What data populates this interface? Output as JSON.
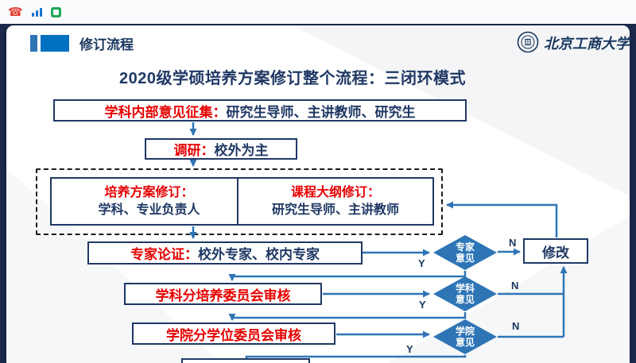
{
  "colors": {
    "frame": "#1b2a4e",
    "accent_blue": "#0070c0",
    "arrow_blue": "#2e75b6",
    "navy_text": "#1f3864",
    "red_text": "#e60000",
    "diamond_fill": "#2e75b6"
  },
  "topbar": {
    "icons": [
      "phone-icon",
      "signal-icon",
      "share-icon"
    ],
    "phone_glyph": "☎"
  },
  "header": {
    "title": "修订流程",
    "university": "北京工商大学"
  },
  "slide": {
    "title": "2020级学硕培养方案修订整个流程：三闭环模式"
  },
  "flow": {
    "collect_red": "学科内部意见征集：",
    "collect_blue": "研究生导师、主讲教师、研究生",
    "survey_red": "调研：",
    "survey_blue": "校外为主",
    "plan_red": "培养方案修订：",
    "plan_blue": "学科、专业负责人",
    "syllabus_red": "课程大纲修订：",
    "syllabus_blue": "研究生导师、主讲教师",
    "expert_red": "专家论证：",
    "expert_blue": "校外专家、校内专家",
    "discipline_committee": "学科分培养委员会审核",
    "college_committee": "学院分学位委员会审核",
    "diamond_expert": "专家\n意见",
    "diamond_discipline": "学科\n意见",
    "diamond_college": "学院\n意见",
    "modify": "修改",
    "n": "N",
    "y": "Y"
  }
}
